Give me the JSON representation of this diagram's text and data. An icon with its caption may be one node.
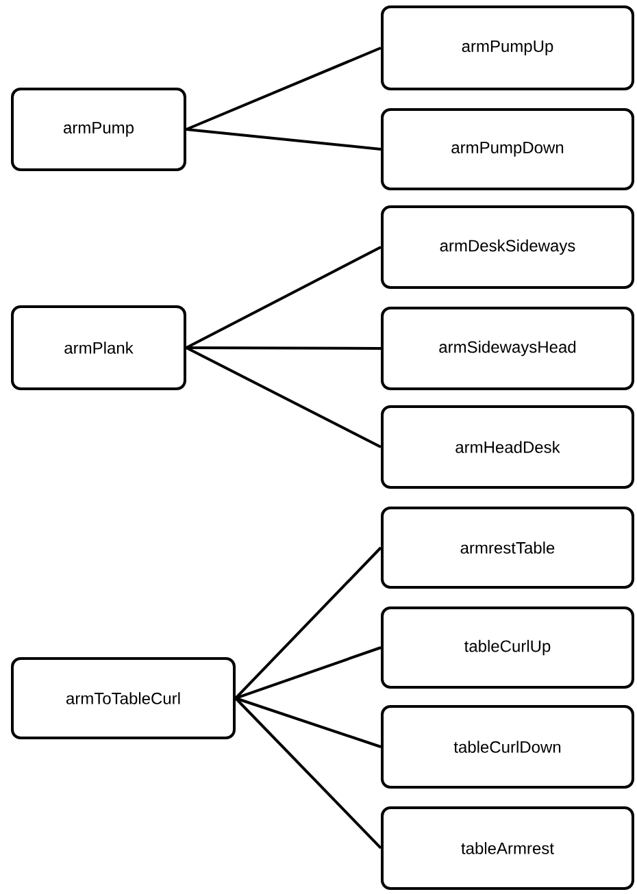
{
  "diagram": {
    "nodes": [
      {
        "text": [
          "armPump"
        ]
      },
      {
        "text": [
          "armPumpUp"
        ]
      },
      {
        "text": [
          "armPumpDown"
        ]
      },
      {
        "text": [
          "armPlank"
        ]
      },
      {
        "text": [
          "armDeskSideways"
        ]
      },
      {
        "text": [
          "armSidewaysHead"
        ]
      },
      {
        "text": [
          "armHeadDesk"
        ]
      },
      {
        "text": [
          "armToTableCurl"
        ]
      },
      {
        "text": [
          "armrestTable"
        ]
      },
      {
        "text": [
          "tableCurlUp"
        ]
      },
      {
        "text": [
          "tableCurlDown"
        ]
      },
      {
        "text": [
          "tableArmrest"
        ]
      }
    ],
    "edges": [
      {
        "from": 0,
        "to": 1,
        "arrow": "none"
      },
      {
        "from": 0,
        "to": 2,
        "arrow": "none"
      },
      {
        "from": 3,
        "to": 4,
        "arrow": "none"
      },
      {
        "from": 3,
        "to": 5,
        "arrow": "none"
      },
      {
        "from": 3,
        "to": 6,
        "arrow": "none"
      },
      {
        "from": 7,
        "to": 8,
        "arrow": "none"
      },
      {
        "from": 7,
        "to": 9,
        "arrow": "none"
      },
      {
        "from": 7,
        "to": 10,
        "arrow": "none"
      },
      {
        "from": 7,
        "to": 11,
        "arrow": "none"
      }
    ]
  }
}
